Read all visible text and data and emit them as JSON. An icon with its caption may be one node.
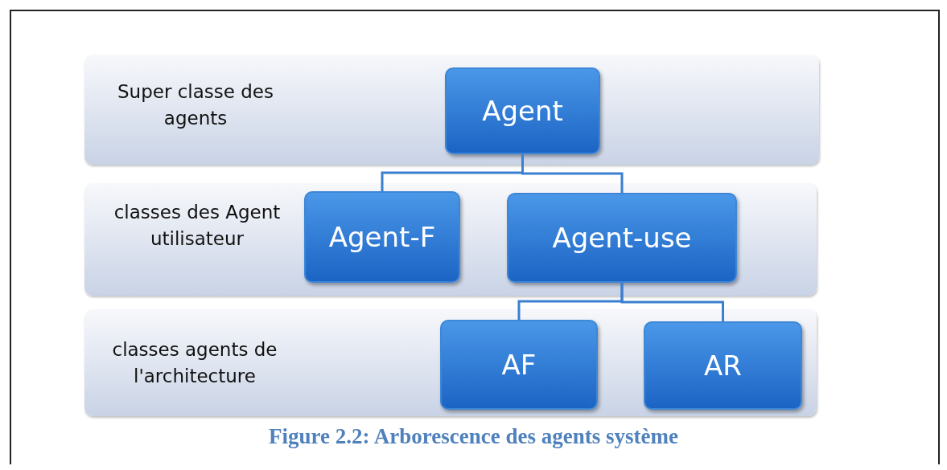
{
  "diagram": {
    "caption": "Figure 2.2: Arborescence des agents système",
    "nodes": [
      {
        "text": [
          "Super classe des agents"
        ]
      },
      {
        "text": [
          "Agent"
        ],
        "in": 0
      },
      {
        "text": [
          "classes des Agent utilisateur"
        ]
      },
      {
        "text": [
          "Agent-F"
        ],
        "in": 2
      },
      {
        "text": [
          "Agent-use"
        ],
        "in": 2
      },
      {
        "text": [
          "classes agents de l'architecture"
        ]
      },
      {
        "text": [
          "AF"
        ],
        "in": 5
      },
      {
        "text": [
          "AR"
        ],
        "in": 5
      }
    ],
    "edges": [
      {
        "from": 1,
        "to": 3,
        "arrow": "none"
      },
      {
        "from": 1,
        "to": 4,
        "arrow": "none"
      },
      {
        "from": 4,
        "to": 6,
        "arrow": "none"
      },
      {
        "from": 4,
        "to": 7,
        "arrow": "none"
      }
    ]
  }
}
